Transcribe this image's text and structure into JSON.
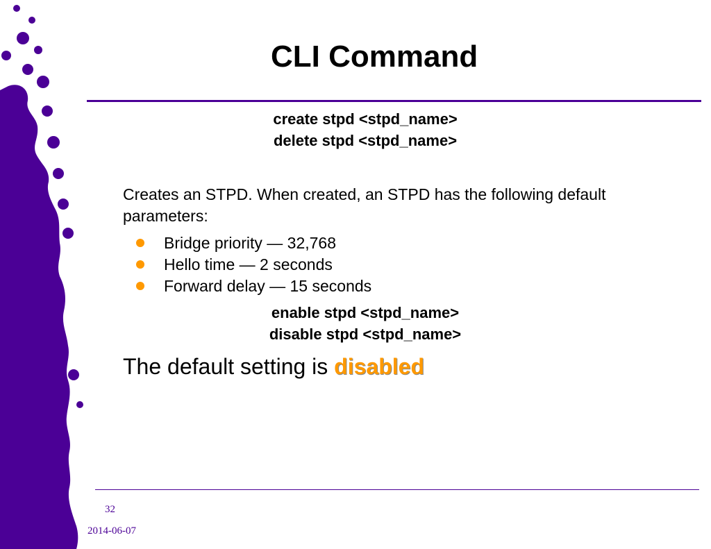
{
  "slide": {
    "title": "CLI Command",
    "commands_1": [
      "create stpd <stpd_name>",
      "delete stpd <stpd_name>"
    ],
    "description": "Creates an STPD. When created, an STPD has the following default parameters:",
    "bullets": [
      "Bridge priority — 32,768",
      "Hello time — 2 seconds",
      "Forward delay — 15 seconds"
    ],
    "commands_2": [
      "enable stpd <stpd_name>",
      "disable stpd <stpd_name>"
    ],
    "default_prefix": "The default setting is ",
    "default_value": "disabled",
    "page_number": "32",
    "date": "2014-06-07"
  },
  "colors": {
    "accent": "#4b0096",
    "highlight": "#ff9900",
    "bullet": "#ff9900"
  },
  "icons": {
    "bullet": "orange-dot-icon",
    "decoration": "purple-blob-border"
  }
}
